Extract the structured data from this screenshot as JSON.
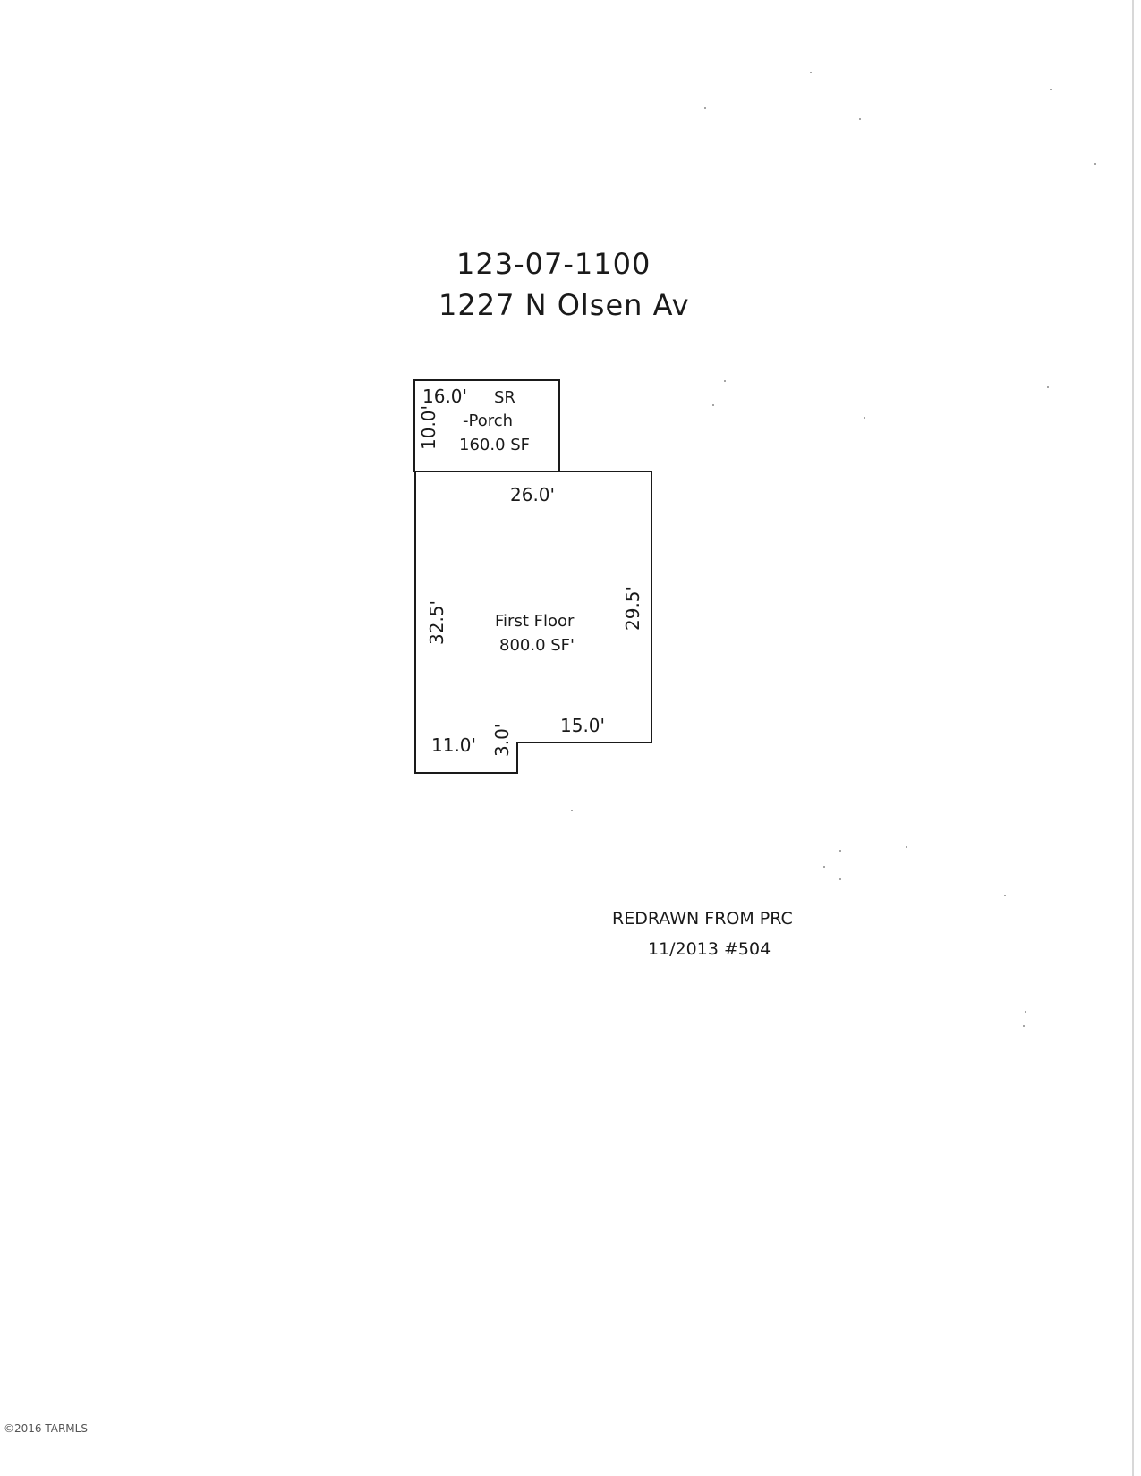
{
  "header": {
    "parcel_number": "123-07-1100",
    "address": "1227 N Olsen Av"
  },
  "porch": {
    "width_label": "16.0'",
    "depth_label": "10.0'",
    "code_label": "SR",
    "name_label": "-Porch",
    "area_label": "160.0 SF"
  },
  "first_floor": {
    "top_label": "26.0'",
    "left_label": "32.5'",
    "right_label": "29.5'",
    "name_label": "First Floor",
    "area_label": "800.0 SF'",
    "bottom_right_label": "15.0'",
    "notch_label": "3.0'",
    "bottom_left_label": "11.0'"
  },
  "notes": {
    "redrawn": "REDRAWN FROM PRC",
    "date_ref": "11/2013 #504"
  },
  "footer": {
    "copyright": "©2016 TARMLS"
  }
}
